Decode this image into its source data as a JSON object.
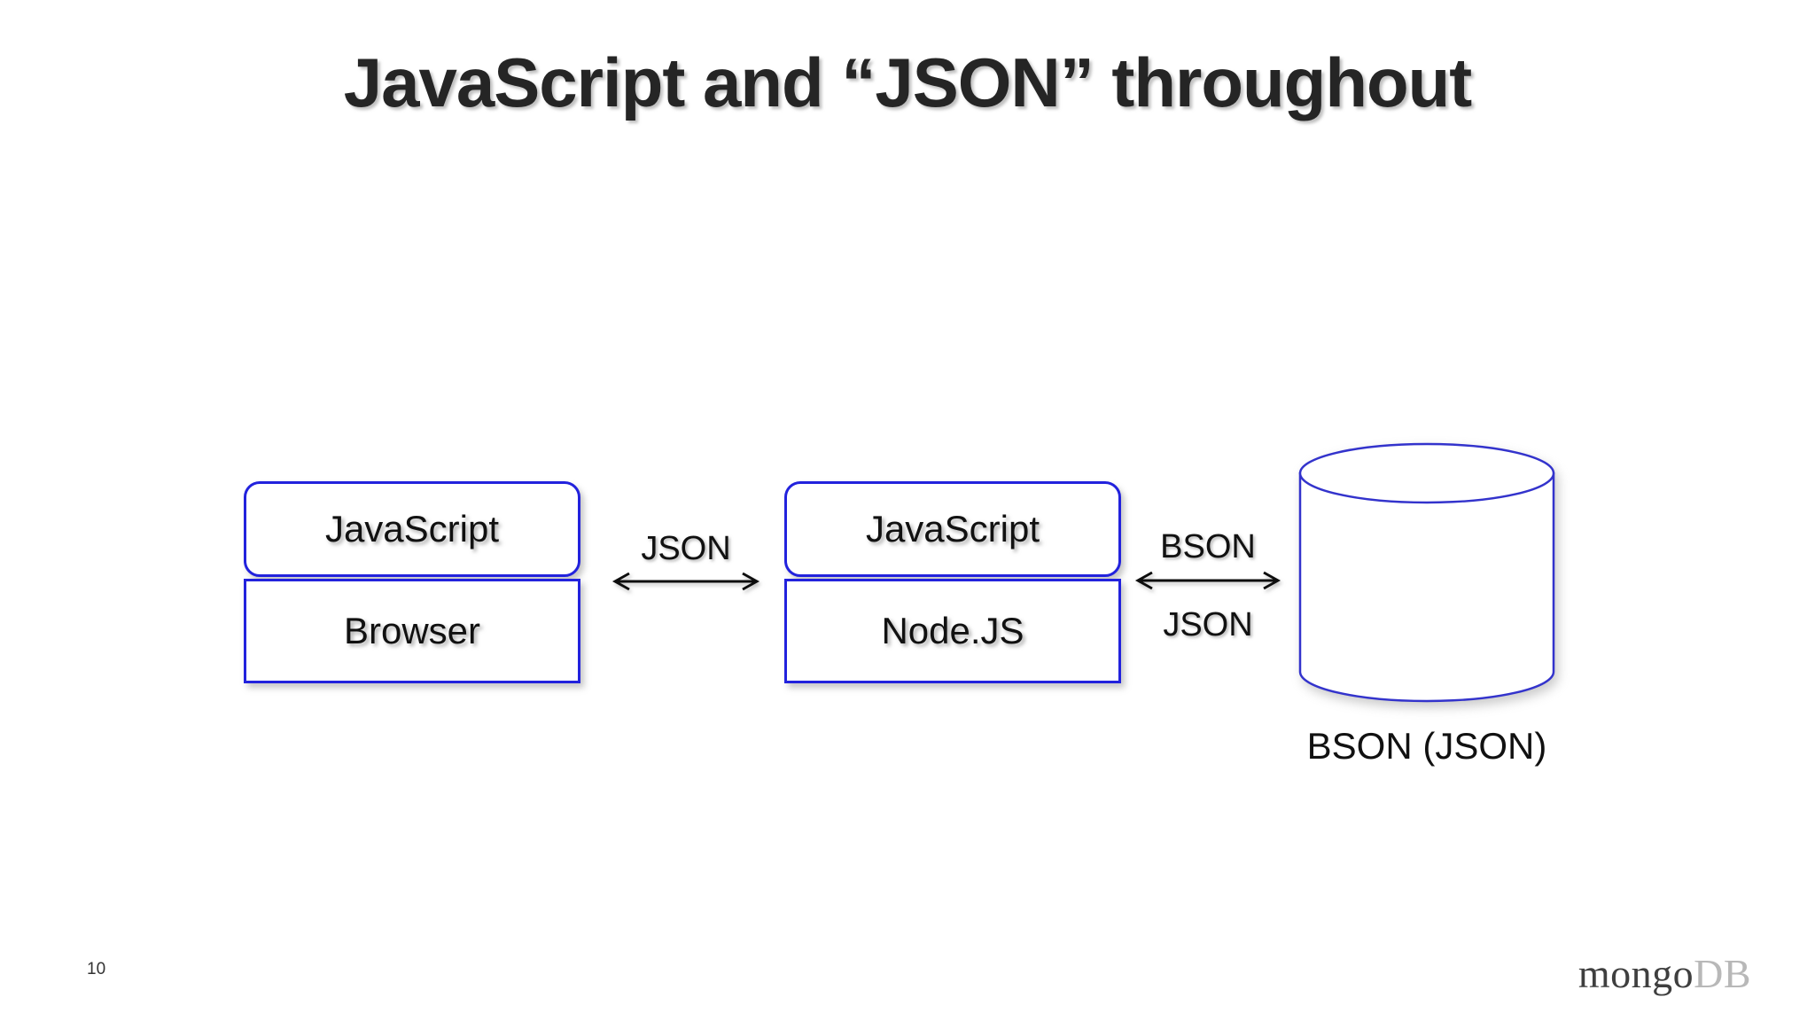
{
  "slide": {
    "title": "JavaScript and “JSON” throughout",
    "page_number": "10",
    "background_color": "#ffffff",
    "title_color": "#252525",
    "accent_color": "#2222dd"
  },
  "diagram": {
    "type": "architecture-flow",
    "stacks": [
      {
        "name": "browser-stack",
        "top_label": "JavaScript",
        "bottom_label": "Browser"
      },
      {
        "name": "server-stack",
        "top_label": "JavaScript",
        "bottom_label": "Node.JS"
      }
    ],
    "connectors": [
      {
        "name": "browser-to-server",
        "direction": "bidirectional",
        "label_above": "JSON",
        "label_below": ""
      },
      {
        "name": "server-to-database",
        "direction": "bidirectional",
        "label_above": "BSON",
        "label_below": "JSON"
      }
    ],
    "database": {
      "name": "mongodb-cylinder",
      "caption": "BSON (JSON)",
      "outline_color": "#3333cc"
    }
  },
  "footer": {
    "logo": {
      "primary": "mongo",
      "secondary": "DB"
    }
  }
}
